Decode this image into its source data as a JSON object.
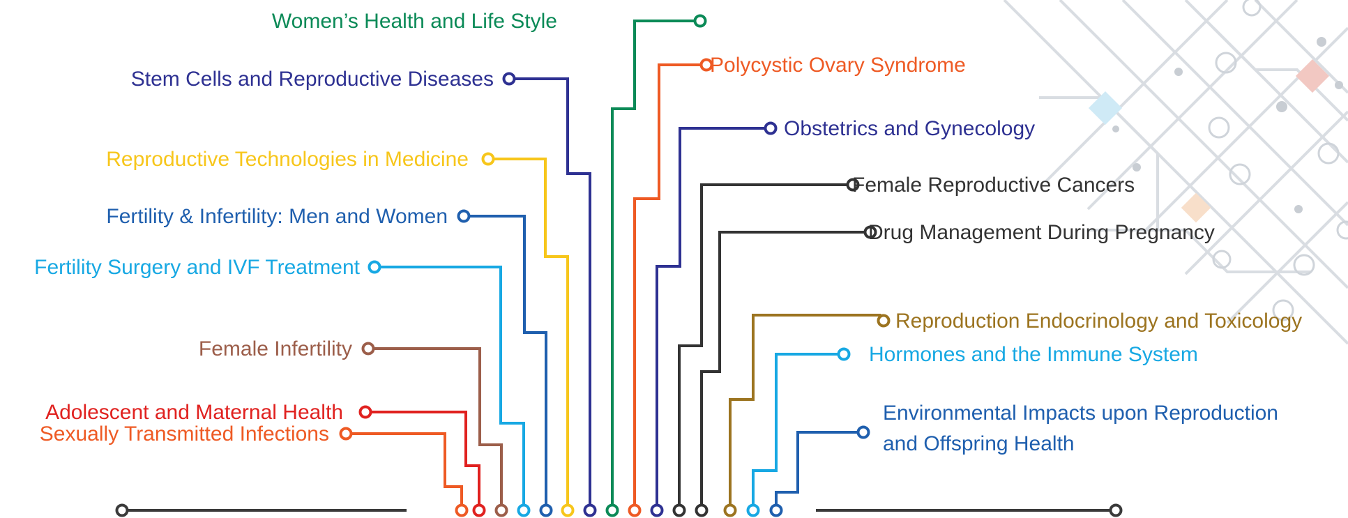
{
  "topics": {
    "left": [
      {
        "label": "Women’s Health and Life Style",
        "color": "#0b8a57"
      },
      {
        "label": "Stem Cells and Reproductive Diseases",
        "color": "#2e3192"
      },
      {
        "label": "Reproductive Technologies in Medicine",
        "color": "#f7c61b"
      },
      {
        "label": "Fertility & Infertility: Men and Women",
        "color": "#1f5fae"
      },
      {
        "label": "Fertility Surgery and IVF Treatment",
        "color": "#17a8e3"
      },
      {
        "label": "Female Infertility",
        "color": "#9c5e4a"
      },
      {
        "label": "Adolescent and Maternal Health",
        "color": "#e0211f"
      },
      {
        "label": "Sexually Transmitted Infections",
        "color": "#ee5a24"
      }
    ],
    "right": [
      {
        "label": "Polycystic Ovary Syndrome",
        "color": "#ee5a24"
      },
      {
        "label": "Obstetrics and Gynecology",
        "color": "#2e3192"
      },
      {
        "label": "Female Reproductive Cancers",
        "color": "#333333"
      },
      {
        "label": "Drug Management During Pregnancy",
        "color": "#333333"
      },
      {
        "label": "Reproduction Endocrinology and Toxicology",
        "color": "#9c7420"
      },
      {
        "label": "Hormones and the Immune System",
        "color": "#17a8e3"
      },
      {
        "label": "Environmental Impacts upon Reproduction",
        "label_line2": "and Offspring Health",
        "color": "#1f5fae"
      }
    ]
  },
  "baseline": {
    "color": "#3a3a3a"
  }
}
